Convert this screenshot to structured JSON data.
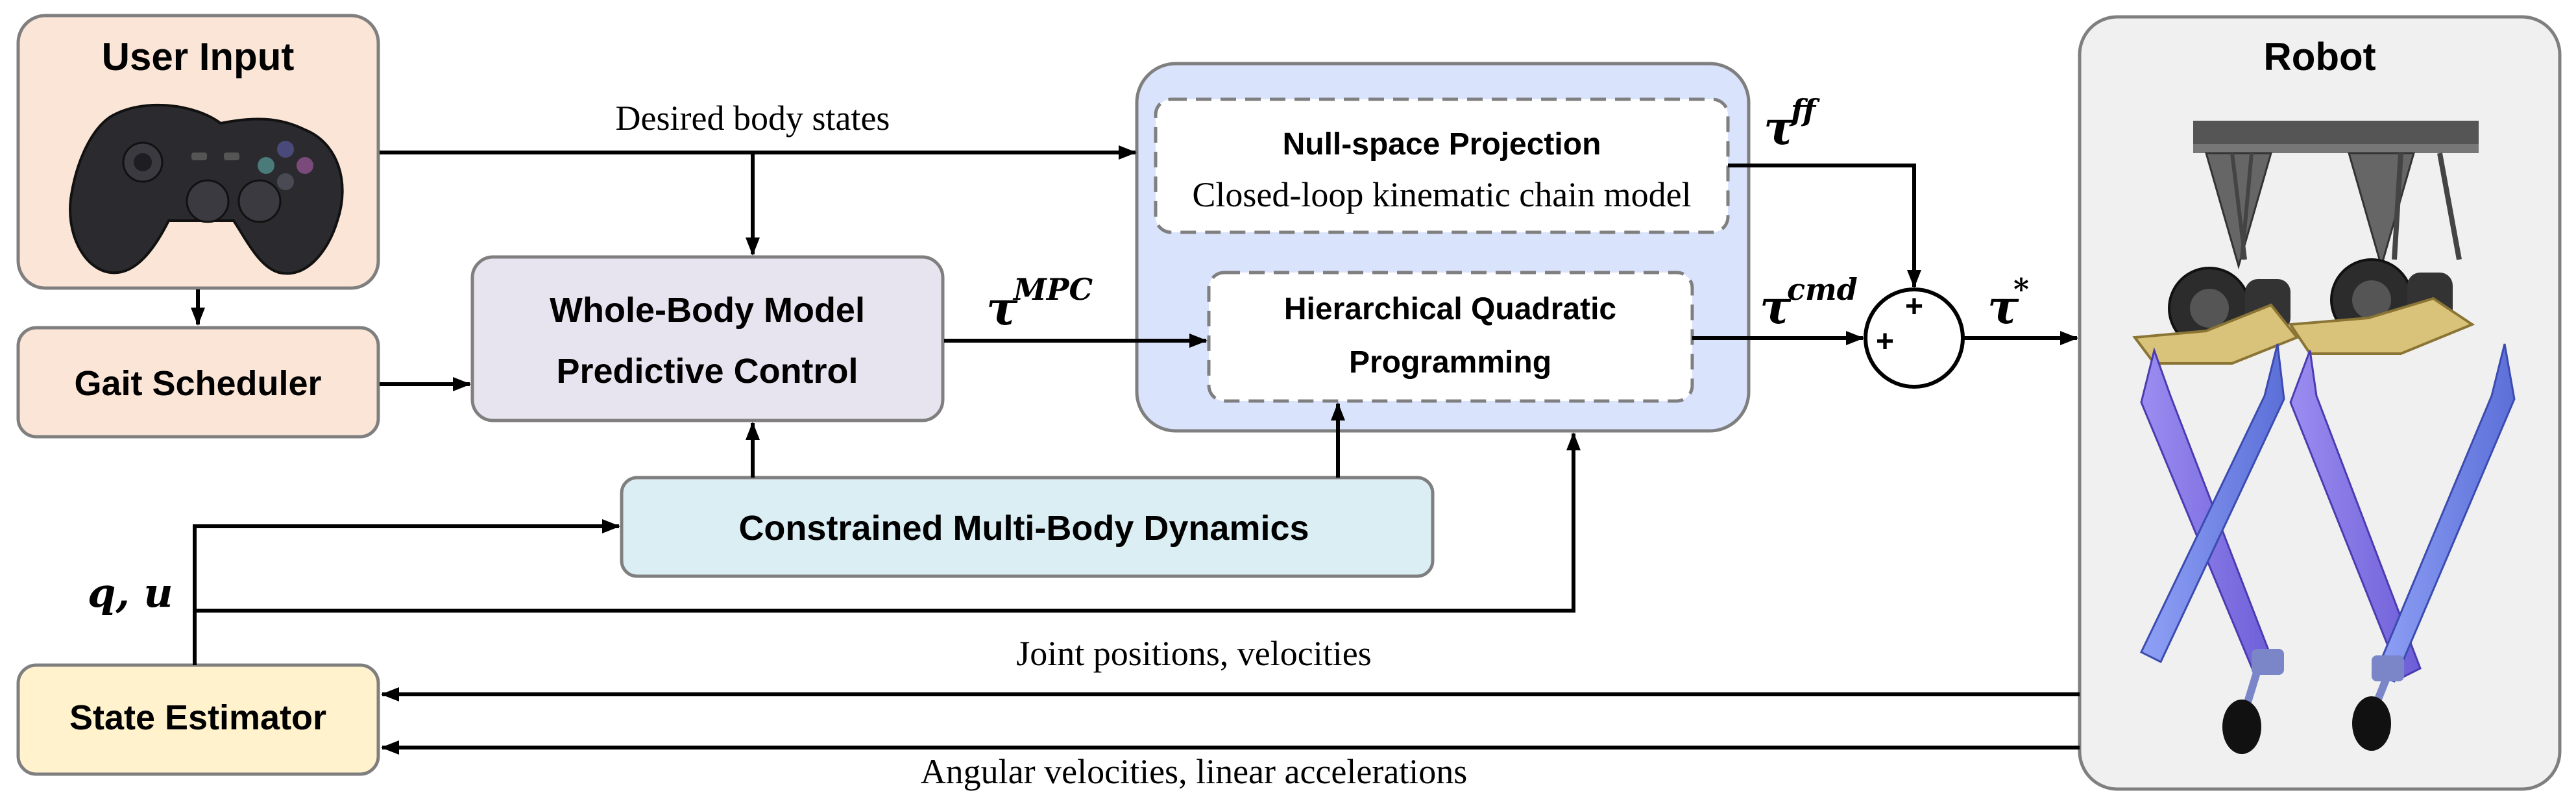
{
  "blocks": {
    "user_input": {
      "title": "User Input",
      "fill": "#fbe5d6"
    },
    "gait_scheduler": {
      "title": "Gait Scheduler",
      "fill": "#fbe5d6"
    },
    "state_estimator": {
      "title": "State Estimator",
      "fill": "#fff2cc"
    },
    "wbmpc": {
      "line1": "Whole-Body Model",
      "line2": "Predictive Control",
      "fill": "#e8e4ef"
    },
    "cmbd": {
      "title": "Constrained Multi-Body Dynamics",
      "fill": "#dbeef4"
    },
    "controller_group": {
      "fill": "#dae3fc"
    },
    "nullspace": {
      "title": "Null-space Projection",
      "subtitle": "Closed-loop kinematic chain model"
    },
    "hqp": {
      "line1": "Hierarchical Quadratic",
      "line2": "Programming"
    },
    "robot": {
      "title": "Robot",
      "fill": "#f0f0f0"
    }
  },
  "labels": {
    "desired_body_states": "Desired body states",
    "joint_feedback": "Joint positions, velocities",
    "imu_feedback": "Angular velocities, linear accelerations",
    "q_u": "q, u",
    "tau_mpc_base": "τ",
    "tau_mpc_sup": "MPC",
    "tau_ff_base": "τ",
    "tau_ff_sup": "ff",
    "tau_cmd_base": "τ",
    "tau_cmd_sup": "cmd",
    "tau_star_base": "τ",
    "tau_star_sup": "*",
    "sum_plus_top": "+",
    "sum_plus_left": "+"
  },
  "icons": {
    "gamepad": "gamepad-icon",
    "robot": "robot-illustration"
  }
}
